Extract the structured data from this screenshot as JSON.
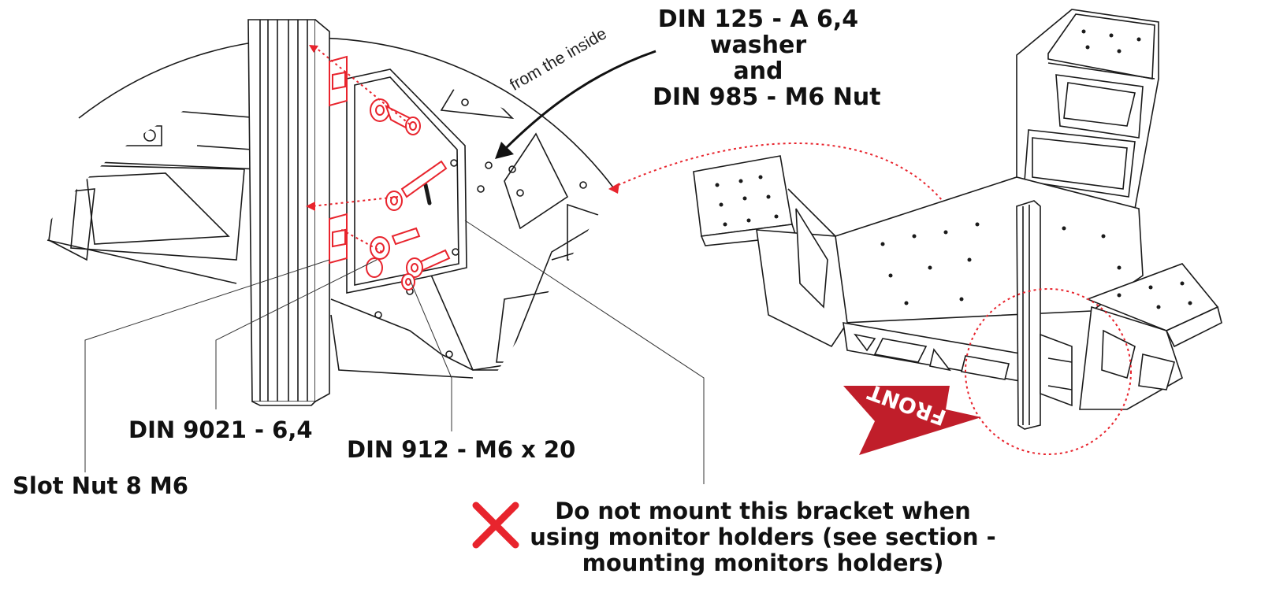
{
  "labels": {
    "washer_nut": [
      "DIN 125 - A 6,4",
      "washer",
      "and",
      "DIN 985 - M6 Nut"
    ],
    "from_inside": "from the inside",
    "din9021": "DIN 9021 - 6,4",
    "din912": "DIN 912 - M6 x 20",
    "slot_nut": "Slot Nut 8 M6",
    "front": "FRONT"
  },
  "warning": {
    "lines": [
      "Do not mount this bracket when",
      "using monitor holders (see section -",
      "mounting monitors holders)"
    ],
    "icon": "red-x-icon"
  },
  "colors": {
    "highlight": "#e8242d",
    "front_arrow": "#c01e2a",
    "line": "#1a1a1a"
  }
}
